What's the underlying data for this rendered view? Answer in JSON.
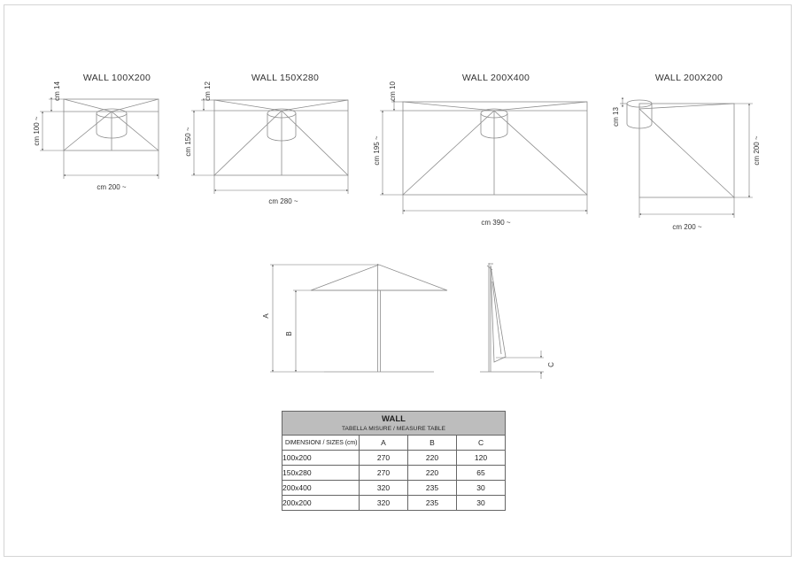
{
  "diagrams": [
    {
      "title": "WALL 100X200",
      "height_label": "cm 100 ~",
      "width_label": "cm 200 ~",
      "offset_label": "cm 14"
    },
    {
      "title": "WALL 150X280",
      "height_label": "cm 150 ~",
      "width_label": "cm 280 ~",
      "offset_label": "cm 12"
    },
    {
      "title": "WALL 200X400",
      "height_label": "cm 195 ~",
      "width_label": "cm 390 ~",
      "offset_label": "cm 10"
    },
    {
      "title": "WALL 200X200",
      "height_label": "cm 200 ~",
      "width_label": "cm 200 ~",
      "offset_label": "cm 13"
    }
  ],
  "elevation": {
    "label_a": "A",
    "label_b": "B",
    "label_c": "C"
  },
  "table": {
    "title": "WALL",
    "subtitle": "TABELLA MISURE / MEASURE TABLE",
    "columns": [
      "DIMENSIONI / SIZES (cm)",
      "A",
      "B",
      "C"
    ],
    "rows": [
      {
        "size": "100x200",
        "a": "270",
        "b": "220",
        "c": "120"
      },
      {
        "size": "150x280",
        "a": "270",
        "b": "220",
        "c": "65"
      },
      {
        "size": "200x400",
        "a": "320",
        "b": "235",
        "c": "30"
      },
      {
        "size": "200x200",
        "a": "320",
        "b": "235",
        "c": "30"
      }
    ]
  }
}
